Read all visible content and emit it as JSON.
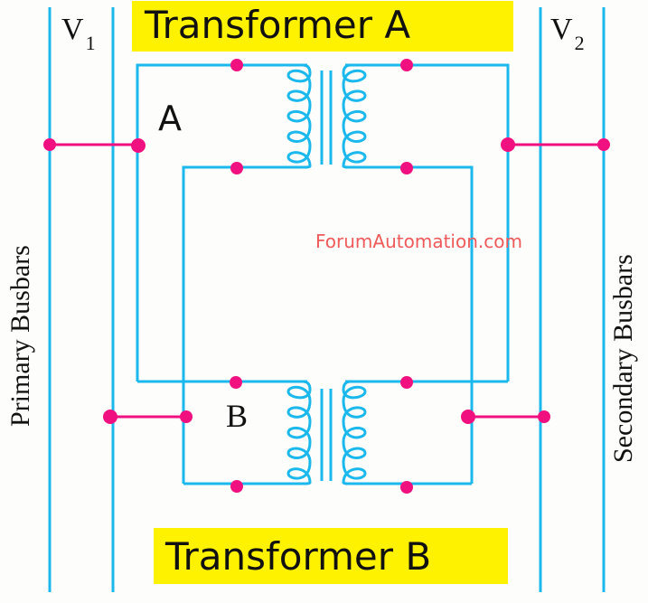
{
  "diagram": {
    "title": "Parallel operation of two transformers",
    "transformer_a_label": "Transformer A",
    "transformer_b_label": "Transformer B",
    "node_a_label": "A",
    "node_b_label": "B",
    "v1_main": "V",
    "v1_sub": "1",
    "v2_main": "V",
    "v2_sub": "2",
    "primary_busbars_label": "Primary Busbars",
    "secondary_busbars_label": "Secondary Busbars",
    "watermark": "ForumAutomation.com",
    "colors": {
      "wire": "#1ab8ec",
      "connection": "#f0107f",
      "title_highlight": "#fff200",
      "watermark": "#ee5a5a"
    }
  }
}
